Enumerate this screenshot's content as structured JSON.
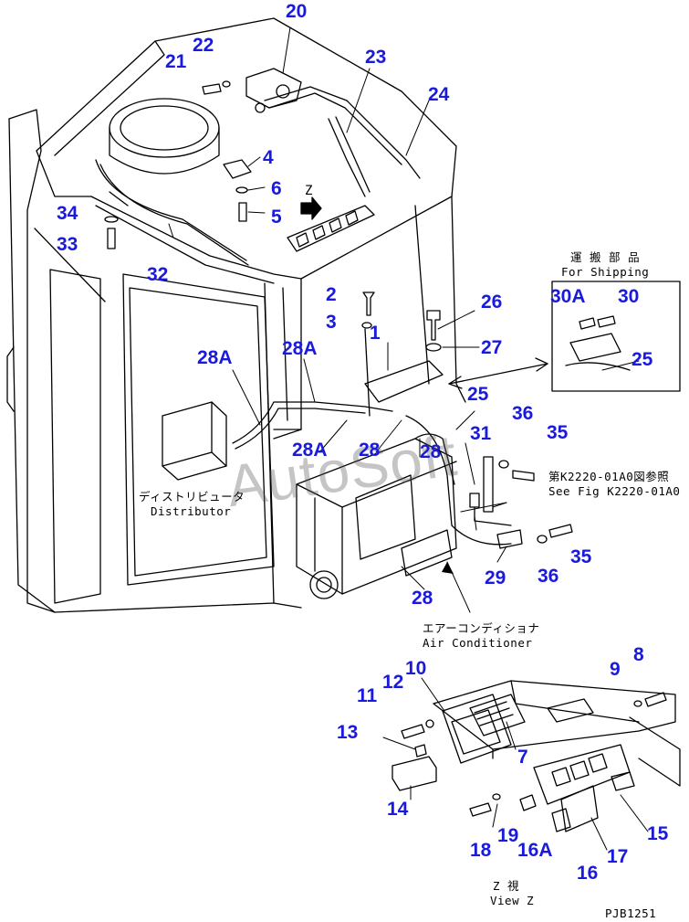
{
  "callouts": {
    "c1": "1",
    "c2": "2",
    "c3": "3",
    "c4": "4",
    "c5": "5",
    "c6": "6",
    "c7": "7",
    "c8": "8",
    "c9": "9",
    "c10": "10",
    "c11": "11",
    "c12": "12",
    "c13": "13",
    "c14": "14",
    "c15": "15",
    "c16": "16",
    "c16A": "16A",
    "c17": "17",
    "c18": "18",
    "c19": "19",
    "c20": "20",
    "c21": "21",
    "c22": "22",
    "c23": "23",
    "c24": "24",
    "c25a": "25",
    "c25b": "25",
    "c26": "26",
    "c27": "27",
    "c28a": "28",
    "c28b": "28",
    "c28c": "28",
    "c28A_a": "28A",
    "c28A_b": "28A",
    "c28A_c": "28A",
    "c29": "29",
    "c30": "30",
    "c30A": "30A",
    "c31": "31",
    "c32": "32",
    "c33": "33",
    "c34": "34",
    "c35a": "35",
    "c35b": "35",
    "c36a": "36",
    "c36b": "36"
  },
  "notes": {
    "shipping_jp": "運 搬 部 品",
    "shipping_en": "For Shipping",
    "distributor_jp": "ディストリビュータ",
    "distributor_en": "Distributor",
    "seefig_jp": "第K2220-01A0図参照",
    "seefig_en": "See Fig K2220-01A0",
    "aircon_jp": "エアーコンディショナ",
    "aircon_en": "Air Conditioner",
    "viewz_jp": "Z  視",
    "viewz_en": "View Z",
    "z_label": "Z",
    "drawing_id": "PJB1251"
  },
  "watermark": "AutoSoft",
  "colors": {
    "callout": "#1a1adc",
    "line": "#000000",
    "background": "#ffffff"
  }
}
